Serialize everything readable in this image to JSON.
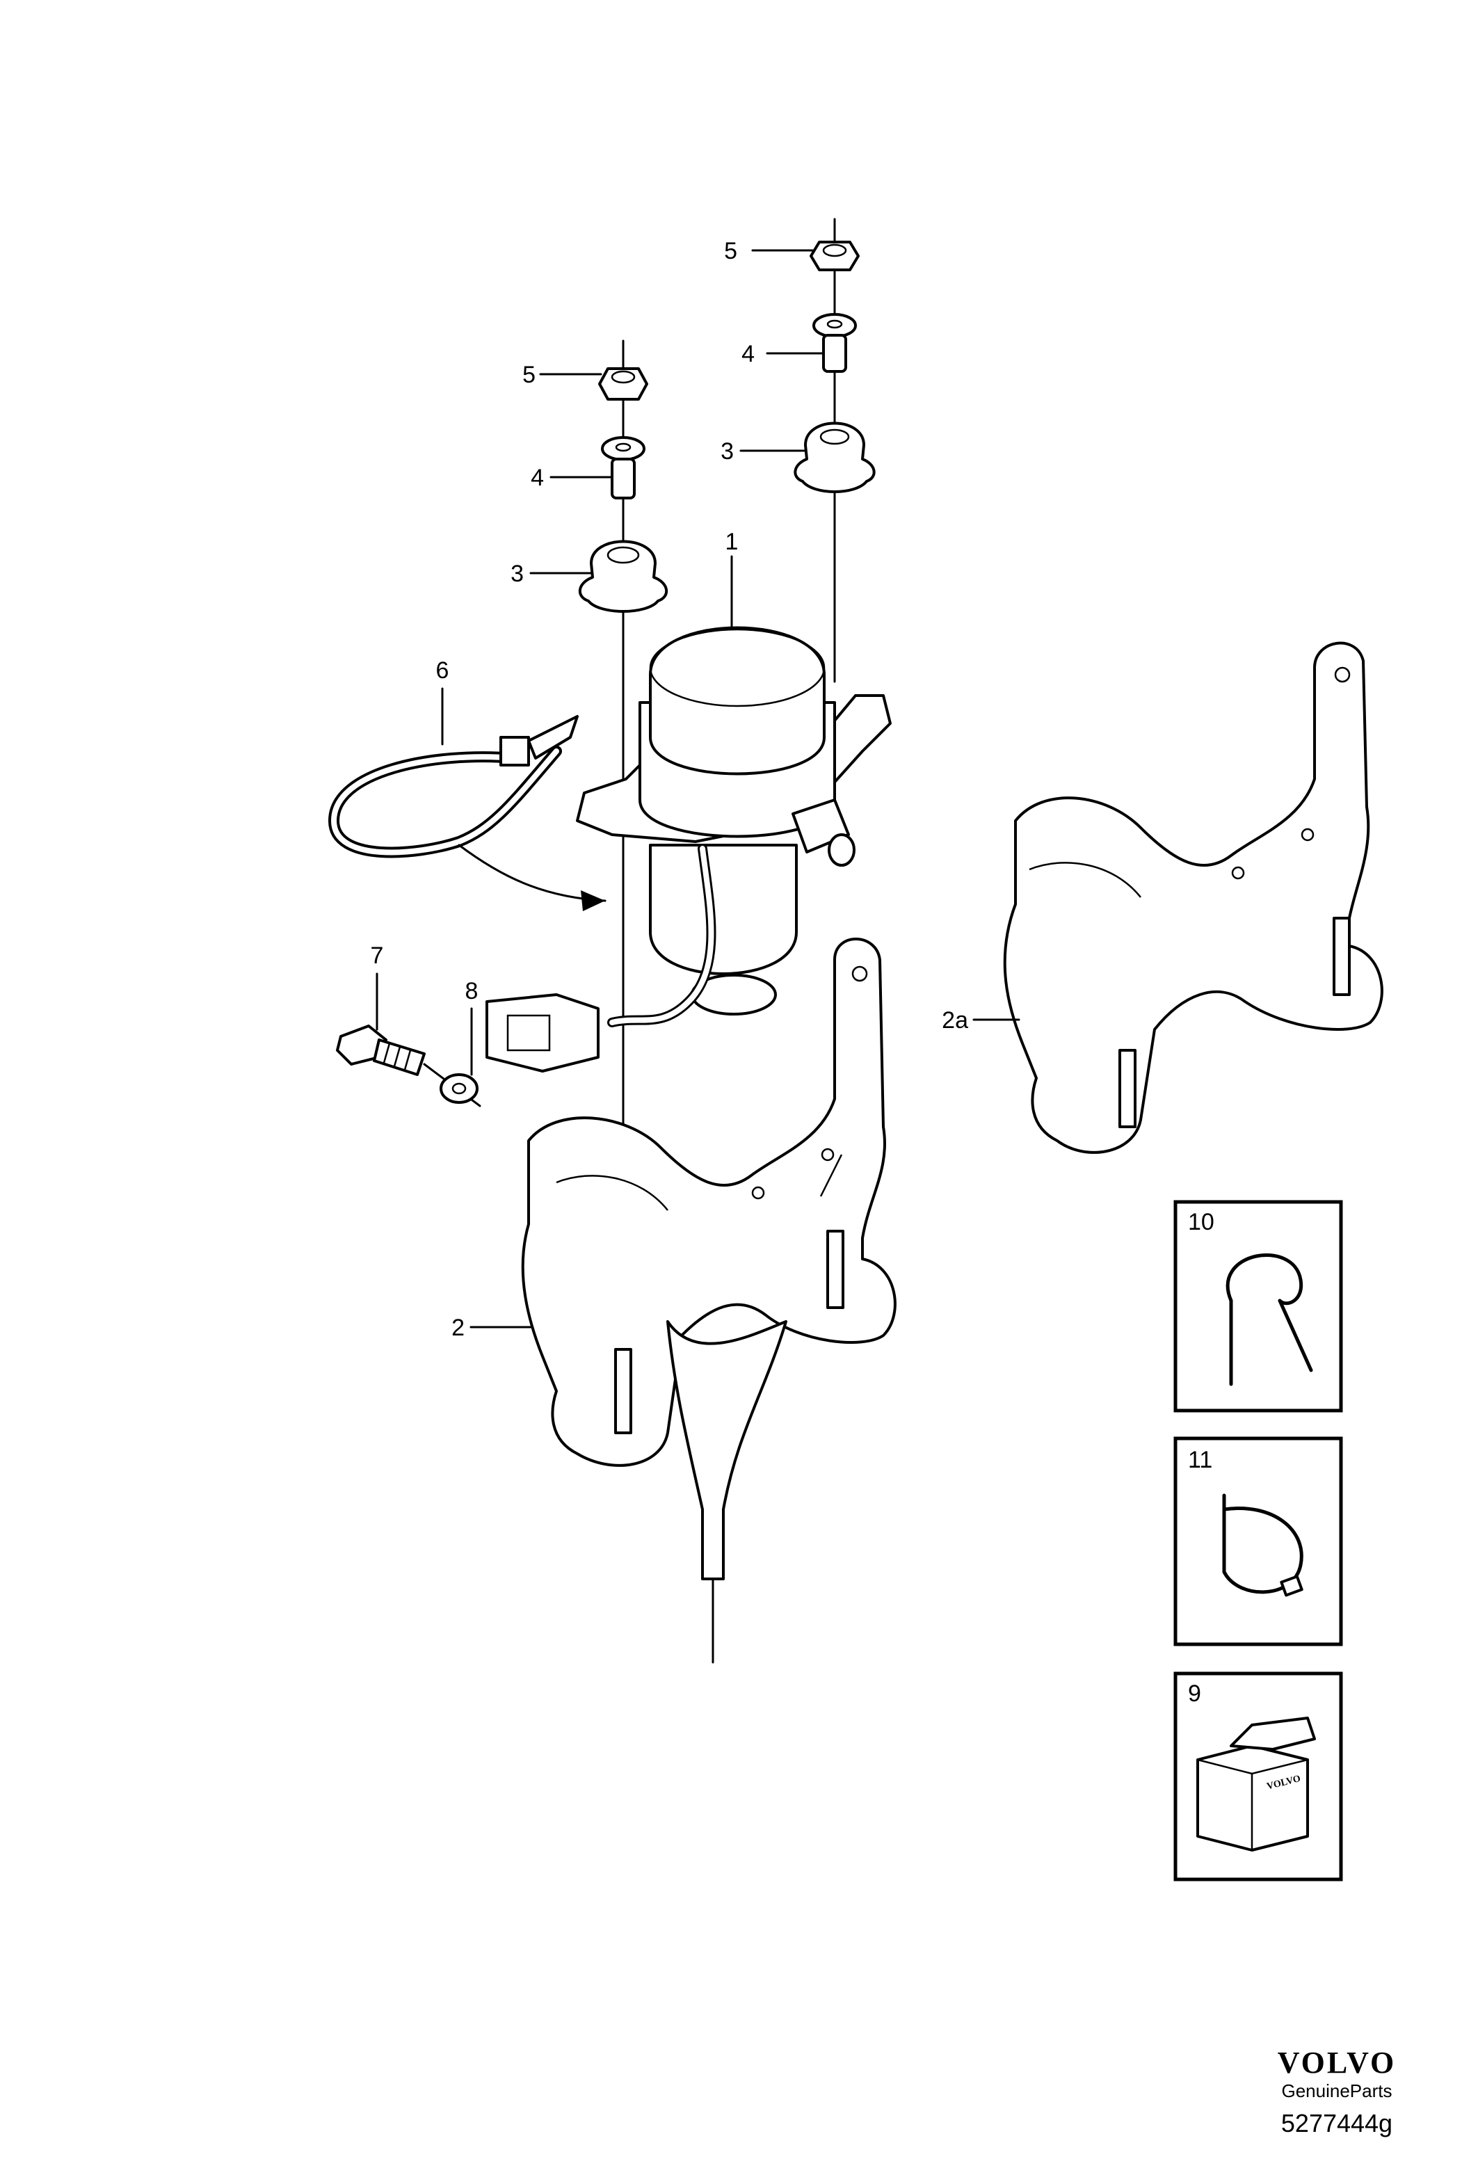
{
  "callouts": {
    "c1": "1",
    "c2": "2",
    "c2a": "2a",
    "c3_left": "3",
    "c3_right": "3",
    "c4_left": "4",
    "c4_right": "4",
    "c5_left": "5",
    "c5_right": "5",
    "c6": "6",
    "c7": "7",
    "c8": "8",
    "c9": "9",
    "c10": "10",
    "c11": "11"
  },
  "kit_box_text": "VOLVO",
  "footer": {
    "brand": "VOLVO",
    "subtitle": "GenuineParts",
    "diagram_number": "5277444g"
  }
}
